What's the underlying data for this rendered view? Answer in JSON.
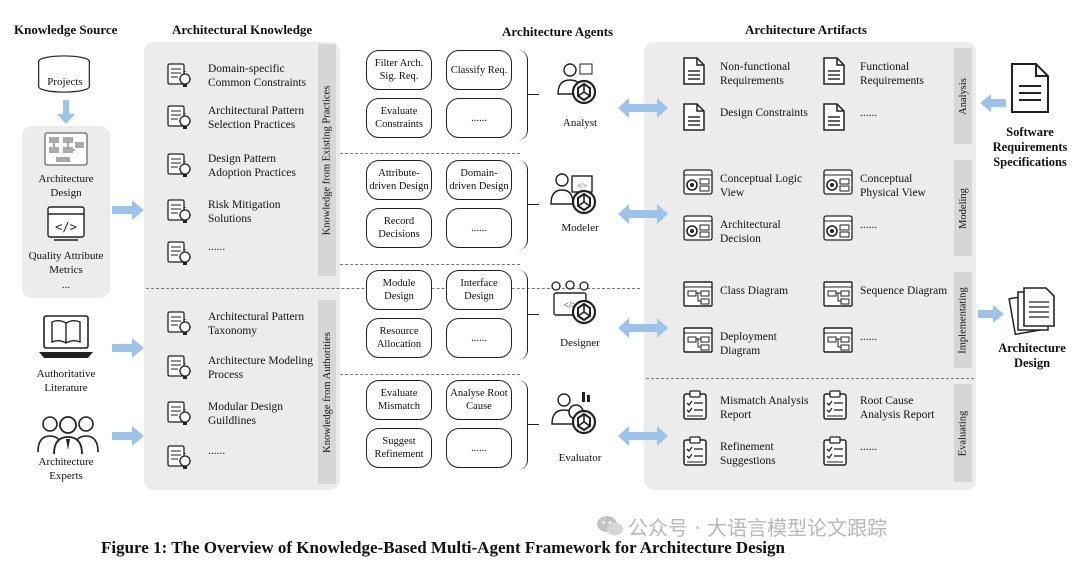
{
  "headers": {
    "knowledge_source": "Knowledge Source",
    "architectural_knowledge": "Architectural Knowledge",
    "architecture_agents": "Architecture Agents",
    "architecture_artifacts": "Architecture Artifacts"
  },
  "sources": {
    "projects": "Projects",
    "arch_design": "Architecture Design",
    "qa_metrics": "Quality Attribute Metrics",
    "ellipsis": "...",
    "literature": "Authoritative Literature",
    "experts": "Architecture Experts"
  },
  "knowledge": {
    "practices": [
      "Domain-specific Common Constraints",
      "Architectural Pattern Selection Practices",
      "Design Pattern Adoption Practices",
      "Risk Mitigation Solutions",
      "......"
    ],
    "authorities": [
      "Architectural Pattern Taxonomy",
      "Architecture Modeling Process",
      "Modular Design Guildlines",
      "......"
    ],
    "label_practices": "Knowledge from Existing Practices",
    "label_authorities": "Knowledge from Authorities"
  },
  "agents": [
    {
      "name": "Analyst",
      "tasks": [
        "Filter Arch. Sig. Req.",
        "Classify Req.",
        "Evaluate Constraints",
        "......"
      ]
    },
    {
      "name": "Modeler",
      "tasks": [
        "Attribute-driven Design",
        "Domain-driven Design",
        "Record Decisions",
        "......"
      ]
    },
    {
      "name": "Designer",
      "tasks": [
        "Module Design",
        "Interface Design",
        "Resource Allocation",
        "......"
      ]
    },
    {
      "name": "Evaluator",
      "tasks": [
        "Evaluate Mismatch",
        "Analyse Root Cause",
        "Suggest Refinement",
        "......"
      ]
    }
  ],
  "artifacts": {
    "analysis": {
      "label": "Analysis",
      "items": [
        "Non-functional Requirements",
        "Functional Requirements",
        "Design Constraints",
        "......"
      ]
    },
    "modeling": {
      "label": "Modeling",
      "items": [
        "Conceptual Logic View",
        "Conceptual Physical View",
        "Architectural Decision",
        "......"
      ]
    },
    "implementing": {
      "label": "Implementating",
      "items": [
        "Class Diagram",
        "Sequence Diagram",
        "Deployment Diagram",
        "......"
      ]
    },
    "evaluating": {
      "label": "Evaluating",
      "items": [
        "Mismatch Analysis Report",
        "Root Cause Analysis Report",
        "Refinement Suggestions",
        "......"
      ]
    }
  },
  "right": {
    "srs": "Software Requirements Specifications",
    "arch_design": "Architecture Design"
  },
  "caption": "Figure 1: The Overview of Knowledge-Based Multi-Agent Framework for Architecture Design",
  "watermark": "公众号 · 大语言模型论文跟踪",
  "colors": {
    "arrow": "#9cc3ea",
    "panel": "#ececec",
    "bar": "#d6d6d6"
  }
}
